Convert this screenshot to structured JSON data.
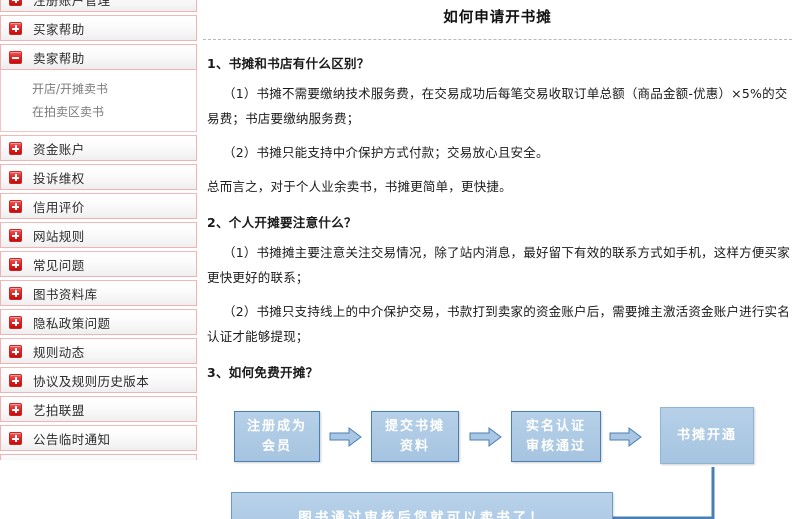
{
  "sidebar": {
    "items": [
      {
        "label": "注册账户管理",
        "icon": "plus-icon",
        "expanded": false,
        "children": []
      },
      {
        "label": "买家帮助",
        "icon": "plus-icon",
        "expanded": false,
        "children": []
      },
      {
        "label": "卖家帮助",
        "icon": "minus-icon",
        "expanded": true,
        "children": [
          "开店/开摊卖书",
          "在拍卖区卖书"
        ]
      },
      {
        "label": "资金账户",
        "icon": "plus-icon",
        "expanded": false,
        "children": []
      },
      {
        "label": "投诉维权",
        "icon": "plus-icon",
        "expanded": false,
        "children": []
      },
      {
        "label": "信用评价",
        "icon": "plus-icon",
        "expanded": false,
        "children": []
      },
      {
        "label": "网站规则",
        "icon": "plus-icon",
        "expanded": false,
        "children": []
      },
      {
        "label": "常见问题",
        "icon": "plus-icon",
        "expanded": false,
        "children": []
      },
      {
        "label": "图书资料库",
        "icon": "plus-icon",
        "expanded": false,
        "children": []
      },
      {
        "label": "隐私政策问题",
        "icon": "plus-icon",
        "expanded": false,
        "children": []
      },
      {
        "label": "规则动态",
        "icon": "plus-icon",
        "expanded": false,
        "children": []
      },
      {
        "label": "协议及规则历史版本",
        "icon": "plus-icon",
        "expanded": false,
        "children": []
      },
      {
        "label": "艺拍联盟",
        "icon": "plus-icon",
        "expanded": false,
        "children": []
      },
      {
        "label": "公告临时通知",
        "icon": "plus-icon",
        "expanded": false,
        "children": []
      }
    ]
  },
  "main": {
    "title": "如何申请开书摊",
    "sections": [
      {
        "heading": "1、书摊和书店有什么区别？",
        "paragraphs": [
          "（1）书摊不需要缴纳技术服务费，在交易成功后每笔交易收取订单总额（商品金额-优惠）×5%的交易费；书店要缴纳服务费；",
          "（2）书摊只能支持中介保护方式付款；交易放心且安全。",
          "总而言之，对于个人业余卖书，书摊更简单，更快捷。"
        ]
      },
      {
        "heading": "2、个人开摊要注意什么？",
        "paragraphs": [
          "（1）书摊摊主要注意关注交易情况，除了站内消息，最好留下有效的联系方式如手机，这样方便买家更快更好的联系；",
          "（2）书摊只支持线上的中介保护交易，书款打到卖家的资金账户后，需要摊主激活资金账户进行实名认证才能够提现；"
        ]
      },
      {
        "heading": "3、如何免费开摊？",
        "paragraphs": []
      }
    ]
  },
  "flow": {
    "steps": [
      "注册成为\n会员",
      "提交书摊\n资料",
      "实名认证\n审核通过",
      "书摊开通"
    ],
    "result": "图书通过审核后您就可以卖书了！",
    "box_fill": "#a9c6e2",
    "box_border": "#4a7fb5",
    "arrow_color": "#4a7fb5"
  }
}
